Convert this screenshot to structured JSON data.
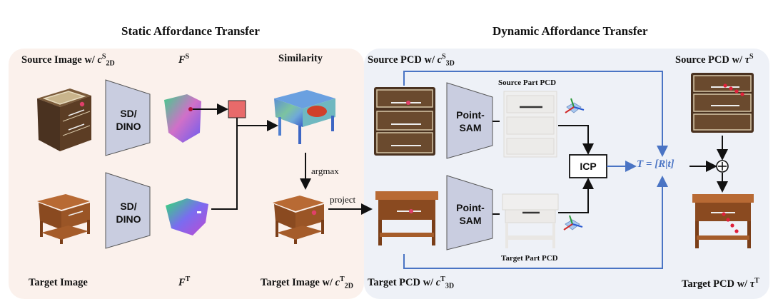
{
  "titles": {
    "static": "Static Affordance Transfer",
    "dynamic": "Dynamic Affordance Transfer"
  },
  "static": {
    "source_image_label": "Source Image w/ ",
    "source_image_math": "c",
    "source_image_sup": "S",
    "source_image_sub": "2D",
    "feat_source_math": "F",
    "feat_source_sup": "S",
    "similarity_label": "Similarity",
    "target_image_label": "Target Image",
    "feat_target_math": "F",
    "feat_target_sup": "T",
    "target_image_w_label": "Target Image w/ ",
    "target_image_w_math": "c",
    "target_image_w_sup": "T",
    "target_image_w_sub": "2D",
    "encoder_top": "SD/\nDINO",
    "encoder_bottom": "SD/\nDINO",
    "argmax": "argmax",
    "project": "project"
  },
  "dynamic": {
    "source_pcd_label": "Source PCD w/ ",
    "source_pcd_math": "c",
    "source_pcd_sup": "S",
    "source_pcd_sub": "3D",
    "source_part_pcd": "Source Part PCD",
    "source_pcd_tau_label": "Source PCD w/ ",
    "source_pcd_tau_math": "τ",
    "source_pcd_tau_sup": "S",
    "point_sam_top": "Point-\nSAM",
    "point_sam_bottom": "Point-\nSAM",
    "icp": "ICP",
    "transform": "T = [R|t]",
    "target_part_pcd": "Target Part PCD",
    "target_pcd_label": "Target PCD w/ ",
    "target_pcd_math": "c",
    "target_pcd_sup": "T",
    "target_pcd_sub": "3D",
    "target_pcd_tau_label": "Target PCD w/ ",
    "target_pcd_tau_math": "τ",
    "target_pcd_tau_sup": "T"
  },
  "colors": {
    "left_panel": "#fbf1ec",
    "right_panel": "#eef1f7",
    "encoder_fill": "#c9cde0",
    "arrow_black": "#111111",
    "arrow_blue": "#4a74c4",
    "match_square": "#e86a6a",
    "wood_dark": "#5a3a22",
    "wood_orange": "#a95b2c"
  }
}
